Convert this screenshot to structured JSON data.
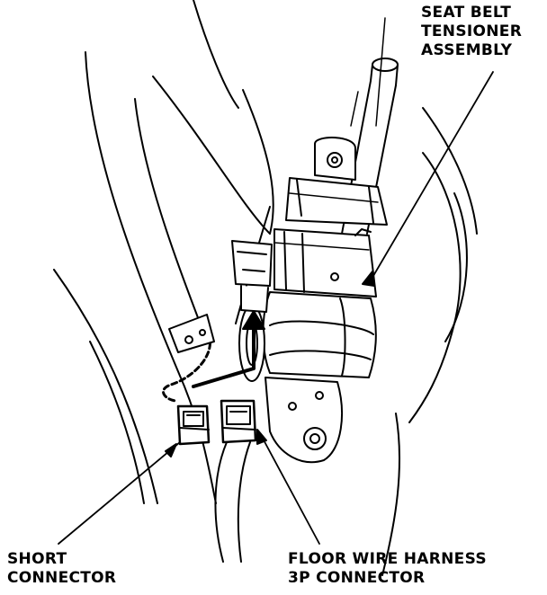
{
  "labels": {
    "tensioner": {
      "line1": "SEAT BELT",
      "line2": "TENSIONER",
      "line3": "ASSEMBLY"
    },
    "short_connector": {
      "line1": "SHORT",
      "line2": "CONNECTOR"
    },
    "floor_connector": {
      "line1": "FLOOR WIRE HARNESS",
      "line2": "3P CONNECTOR"
    }
  },
  "colors": {
    "ink": "#000000",
    "paper": "#ffffff"
  }
}
